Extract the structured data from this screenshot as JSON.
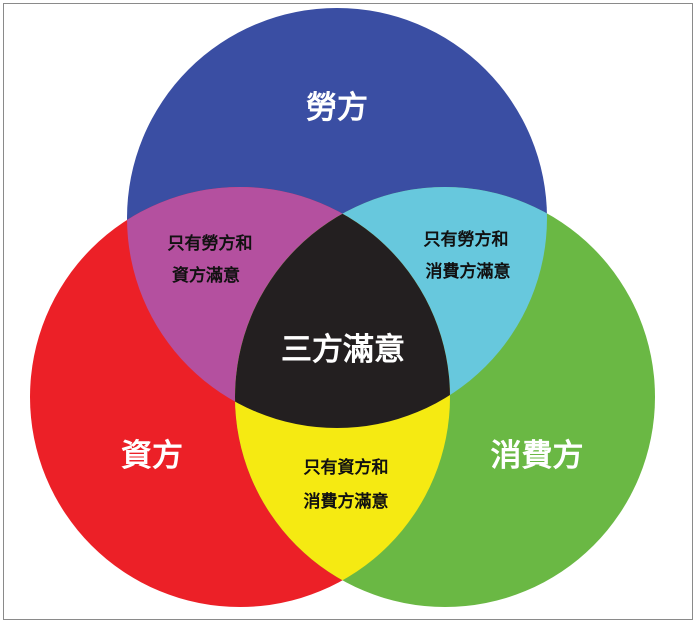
{
  "diagram": {
    "type": "venn-3",
    "sets": [
      {
        "id": "labor",
        "label": "勞方",
        "color": "#3a4ea3"
      },
      {
        "id": "capital",
        "label": "資方",
        "color": "#ec2027"
      },
      {
        "id": "consumer",
        "label": "消費方",
        "color": "#6ab844"
      }
    ],
    "intersections": [
      {
        "id": "labor-capital",
        "lines": [
          "只有勞方和",
          "資方滿意"
        ],
        "color": "#b4509f"
      },
      {
        "id": "labor-consumer",
        "lines": [
          "只有勞方和",
          "消費方滿意"
        ],
        "color": "#67c8dd"
      },
      {
        "id": "capital-consumer",
        "lines": [
          "只有資方和",
          "消費方滿意"
        ],
        "color": "#f5ea12"
      },
      {
        "id": "all",
        "label": "三方滿意",
        "color": "#231f20"
      }
    ]
  }
}
